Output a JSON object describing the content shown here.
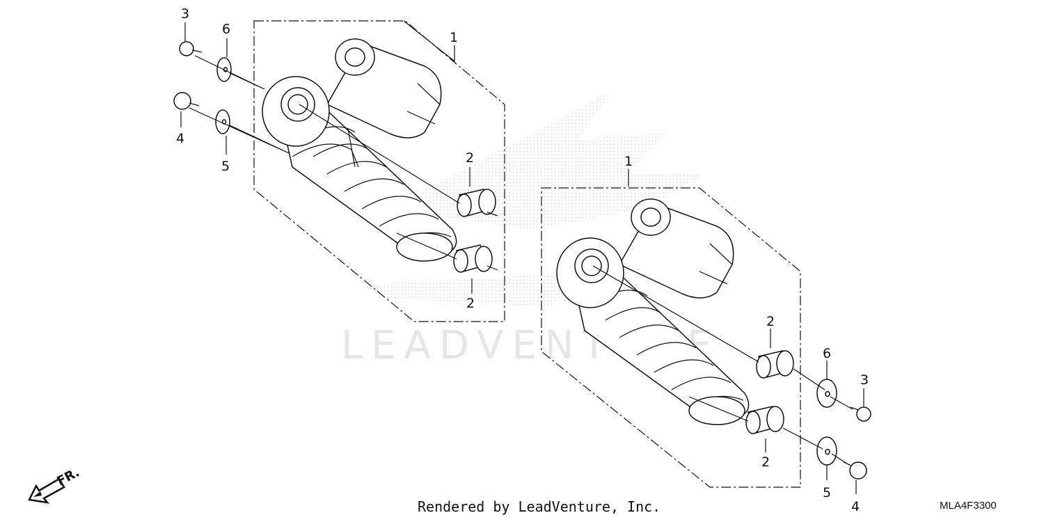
{
  "watermark": {
    "text": "LEADVENTURE"
  },
  "direction": {
    "label": "FR."
  },
  "callouts": {
    "shock": "1",
    "bushing": "2",
    "bolt_small": "3",
    "bolt_large": "4",
    "washer_large": "5",
    "washer_small": "6"
  },
  "footer": {
    "credit": "Rendered by LeadVenture, Inc.",
    "diagram_code": "MLA4F3300"
  }
}
